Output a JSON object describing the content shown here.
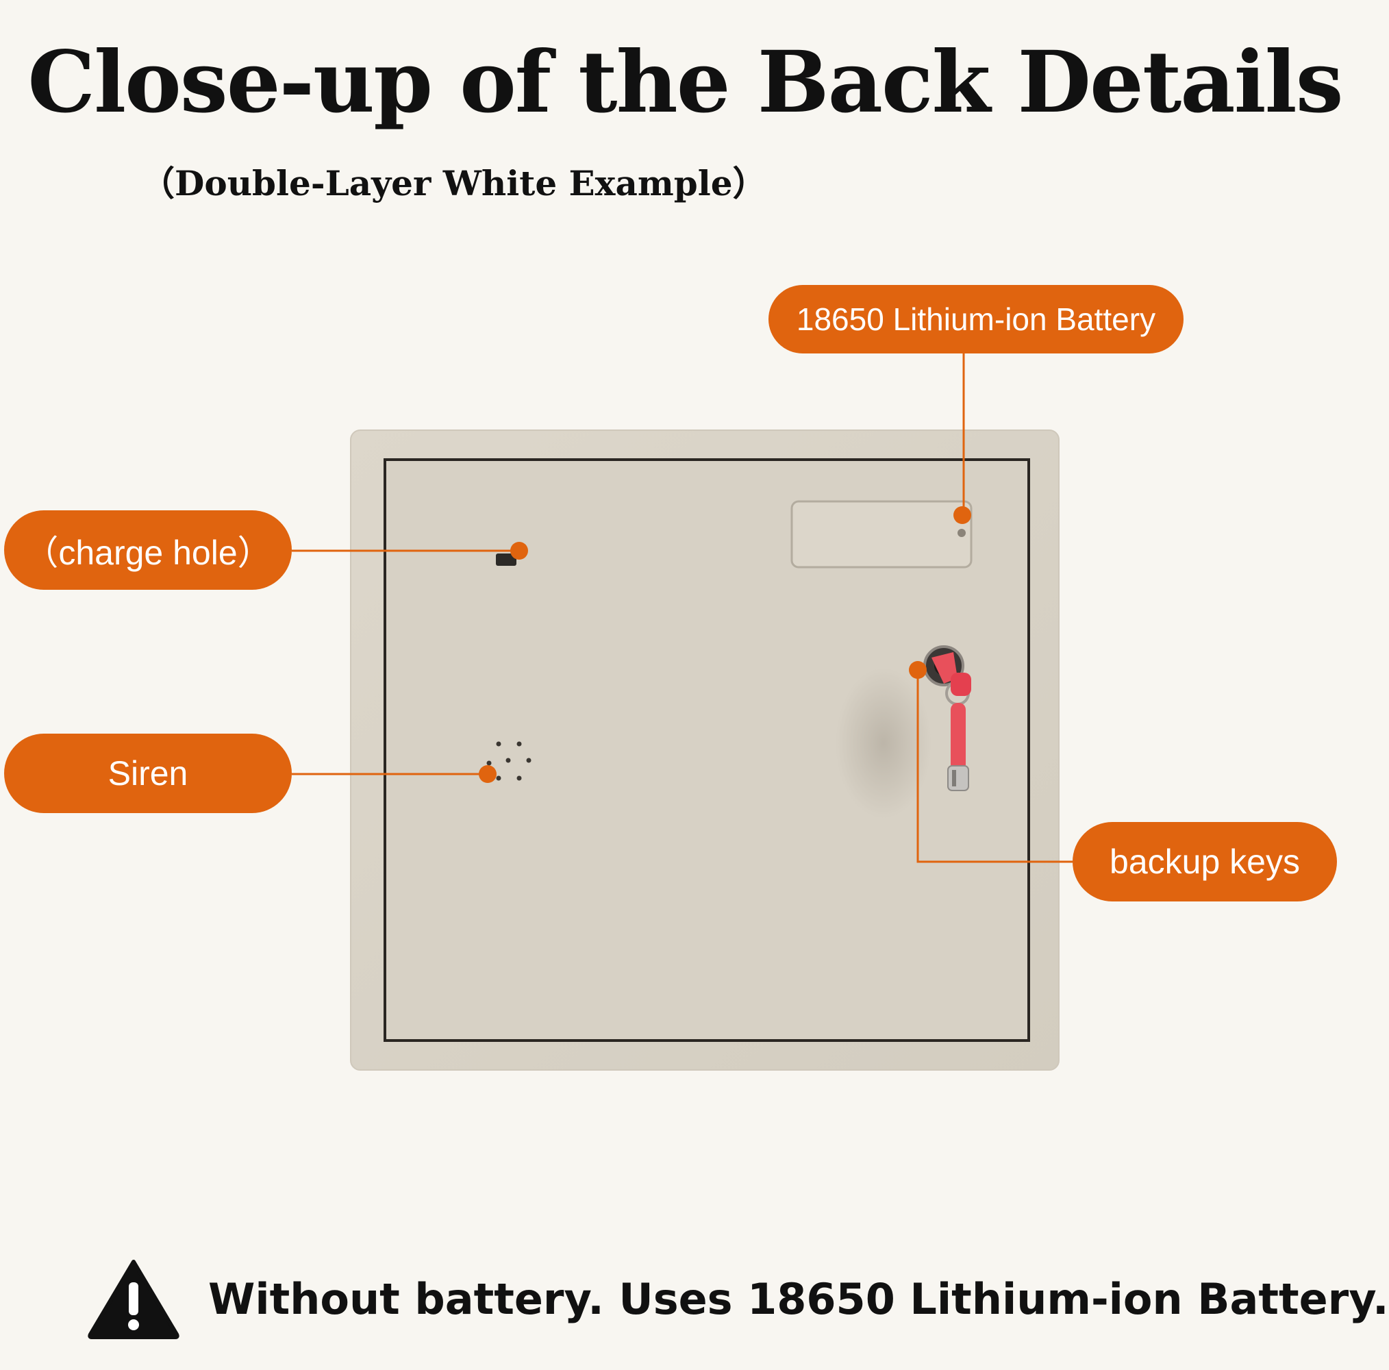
{
  "header": {
    "title": "Close-up of the Back Details",
    "subtitle": "（Double-Layer White Example）"
  },
  "callouts": {
    "battery": "18650 Lithium-ion Battery",
    "charge_hole": "（charge hole）",
    "siren": "Siren",
    "backup_keys": "backup keys"
  },
  "notice": {
    "icon": "warning-triangle-icon",
    "text": "Without battery. Uses 18650 Lithium-ion Battery."
  },
  "colors": {
    "accent": "#e0640f",
    "background": "#f8f6f1",
    "safe_body": "#d8d2c6",
    "key": "#e8505b"
  }
}
